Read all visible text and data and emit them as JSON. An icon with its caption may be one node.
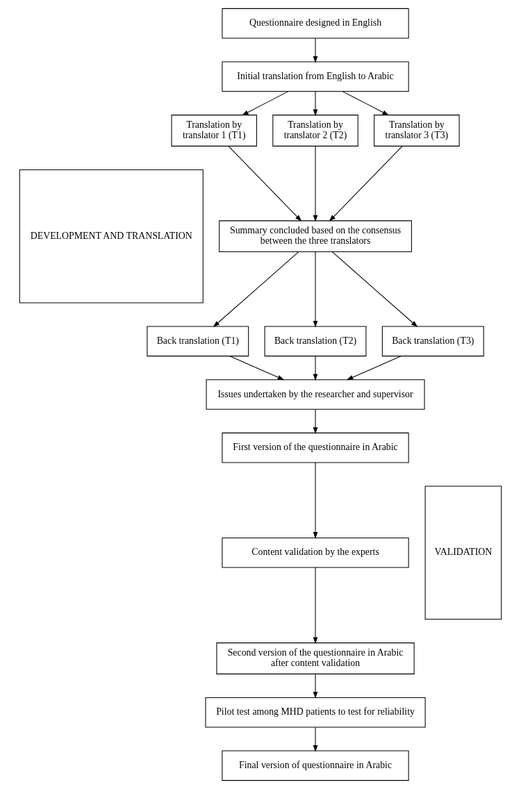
{
  "diagram": {
    "nodes": [
      {
        "text": [
          "DEVELOPMENT AND TRANSLATION"
        ]
      },
      {
        "text": [
          "Questionnaire designed in English"
        ]
      },
      {
        "text": [
          "Initial translation from English to Arabic"
        ]
      },
      {
        "text": [
          "Translation by translator 1 (T1)"
        ]
      },
      {
        "text": [
          "Translation by translator 2 (T2)"
        ]
      },
      {
        "text": [
          "Translation by translator 3 (T3)"
        ]
      },
      {
        "text": [
          "Summary concluded based on the consensus between the three translators"
        ]
      },
      {
        "text": [
          "Back translation (T1)"
        ]
      },
      {
        "text": [
          "Back translation (T2)"
        ]
      },
      {
        "text": [
          "Back translation (T3)"
        ]
      },
      {
        "text": [
          "Issues undertaken by the researcher and supervisor"
        ]
      },
      {
        "text": [
          "VALIDATION"
        ]
      },
      {
        "text": [
          "First version of the questionnaire in Arabic"
        ]
      },
      {
        "text": [
          "Content validation by the experts"
        ]
      },
      {
        "text": [
          "Second version of the questionnaire in Arabic after content validation"
        ]
      },
      {
        "text": [
          "Pilot test among MHD patients to test for reliability"
        ]
      },
      {
        "text": [
          "Final version of questionnaire in Arabic"
        ]
      }
    ],
    "edges": [
      {
        "from": 1,
        "to": 2,
        "arrow": "to"
      },
      {
        "from": 2,
        "to": 3,
        "arrow": "to"
      },
      {
        "from": 2,
        "to": 4,
        "arrow": "to"
      },
      {
        "from": 2,
        "to": 5,
        "arrow": "to"
      },
      {
        "from": 3,
        "to": 6,
        "arrow": "to"
      },
      {
        "from": 4,
        "to": 6,
        "arrow": "to"
      },
      {
        "from": 5,
        "to": 6,
        "arrow": "to"
      },
      {
        "from": 6,
        "to": 7,
        "arrow": "to"
      },
      {
        "from": 6,
        "to": 8,
        "arrow": "to"
      },
      {
        "from": 6,
        "to": 9,
        "arrow": "to"
      },
      {
        "from": 7,
        "to": 10,
        "arrow": "to"
      },
      {
        "from": 8,
        "to": 10,
        "arrow": "to"
      },
      {
        "from": 9,
        "to": 10,
        "arrow": "to"
      },
      {
        "from": 10,
        "to": 12,
        "arrow": "to"
      },
      {
        "from": 12,
        "to": 13,
        "arrow": "to"
      },
      {
        "from": 13,
        "to": 14,
        "arrow": "to"
      },
      {
        "from": 14,
        "to": 15,
        "arrow": "to"
      },
      {
        "from": 15,
        "to": 16,
        "arrow": "to"
      }
    ]
  }
}
